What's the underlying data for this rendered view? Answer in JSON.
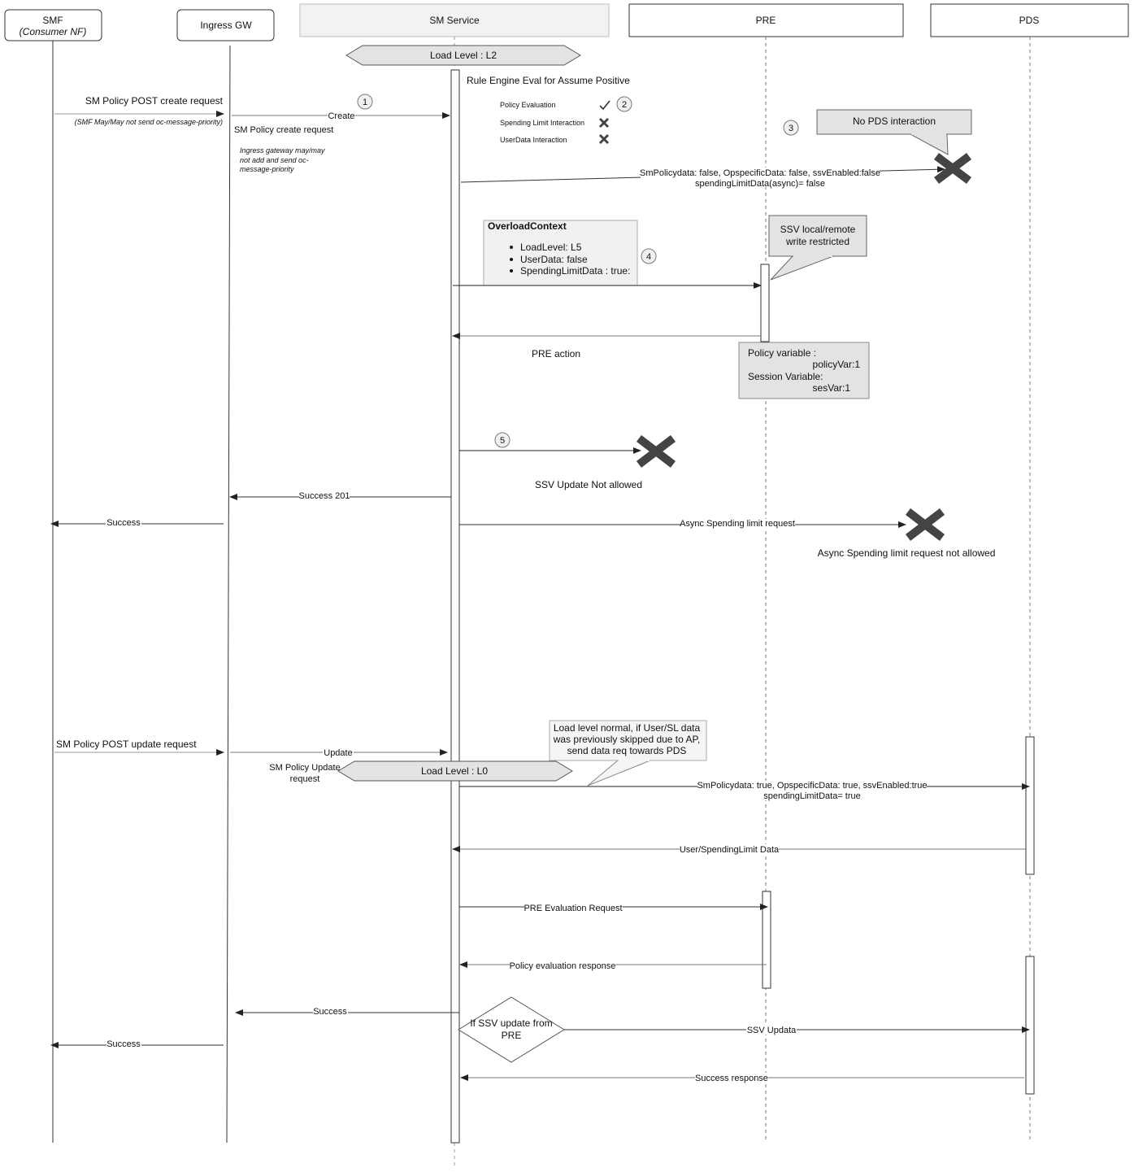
{
  "participants": {
    "smf": {
      "name": "SMF",
      "subtitle": "(Consumer NF)"
    },
    "igw": {
      "name": "Ingress GW"
    },
    "sm": {
      "name": "SM Service"
    },
    "pre": {
      "name": "PRE"
    },
    "pds": {
      "name": "PDS"
    }
  },
  "load_levels": {
    "first": "Load Level : L2",
    "second": "Load Level : L0"
  },
  "rule_engine": {
    "title": "Rule Engine Eval for Assume Positive",
    "policy_eval": "Policy Evaluation",
    "spending_limit": "Spending Limit Interaction",
    "userdata": "UserData Interaction"
  },
  "steps": [
    "1",
    "2",
    "3",
    "4",
    "5"
  ],
  "messages": {
    "create_request": "SM Policy POST create request",
    "create_note": "(SMF May/May not send oc-message-priority)",
    "create": "Create",
    "sm_policy_create": "SM Policy create request",
    "igw_note_1": "Ingress gateway may/may",
    "igw_note_2": "not add and send oc-",
    "igw_note_3": "message-priority",
    "pds_call_1": "SmPolicydata: false, OpspecificData: false, ssvEnabled:false",
    "pds_call_2": "spendingLimitData(async)= false",
    "no_pds": "No PDS interaction",
    "overload_title": "OverloadContext",
    "overload_items": [
      "LoadLevel: L5",
      "UserData: false",
      "SpendingLimitData : true:"
    ],
    "ssv_restricted_1": "SSV local/remote",
    "ssv_restricted_2": "write restricted",
    "pre_action": "PRE action",
    "policy_var_label": "Policy variable :",
    "policy_var_value": "policyVar:1",
    "session_var_label": "Session Variable:",
    "session_var_value": "sesVar:1",
    "ssv_not_allowed": "SSV Update Not allowed",
    "success_201": "Success 201",
    "success": "Success",
    "async_spending": "Async Spending limit request",
    "async_not_allowed": "Async Spending limit request not allowed",
    "update_request": "SM Policy POST update request",
    "update": "Update",
    "sm_policy_update_1": "SM Policy Update",
    "sm_policy_update_2": "request",
    "load_normal_1": "Load level normal, if User/SL data",
    "load_normal_2": "was previously skipped due to AP,",
    "load_normal_3": "send data req towards PDS",
    "pds_call2_1": "SmPolicydata: true, OpspecificData: true, ssvEnabled:true",
    "pds_call2_2": "spendingLimitData= true",
    "user_spending": "User/SpendingLimit Data",
    "pre_eval_req": "PRE Evaluation Request",
    "policy_eval_resp": "Policy evaluation response",
    "success_2": "Success",
    "success_3": "Success",
    "ssv_decision_1": "If SSV update from",
    "ssv_decision_2": "PRE",
    "ssv_updata": "SSV Updata",
    "success_response": "Success response"
  },
  "colors": {
    "line": "#333333",
    "note_fill": "#e3e3e3",
    "cross": "#444444",
    "header_fill": "#f2f2f2"
  }
}
